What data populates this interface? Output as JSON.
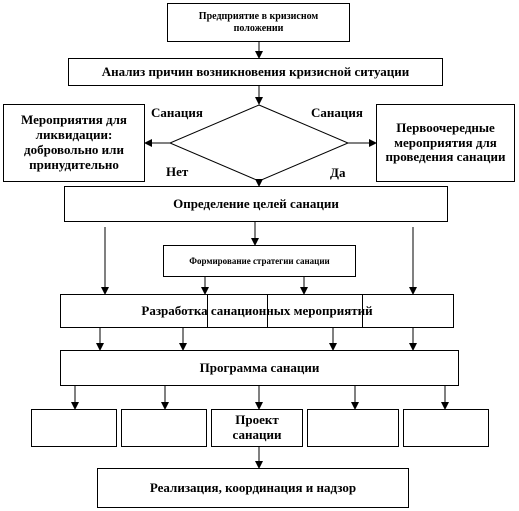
{
  "nodes": {
    "enterprise": "Предприятие в кризисном положении",
    "analysis": "Анализ причин возникновения кризисной ситуации",
    "liquidation": "Мероприятия для ликвидации: добровольно или принудительно",
    "priority": "Первоочередные мероприятия для проведения санации",
    "goals": "Определение целей санации",
    "strategy": "Формирование стратегии санации",
    "development": "Разработка санационных мероприятий",
    "program": "Программа санации",
    "project": "Проект санации",
    "implementation": "Реализация, координация и надзор"
  },
  "decision": {
    "left_label": "Санация",
    "right_label": "Санация",
    "no_label": "Нет",
    "yes_label": "Да"
  }
}
